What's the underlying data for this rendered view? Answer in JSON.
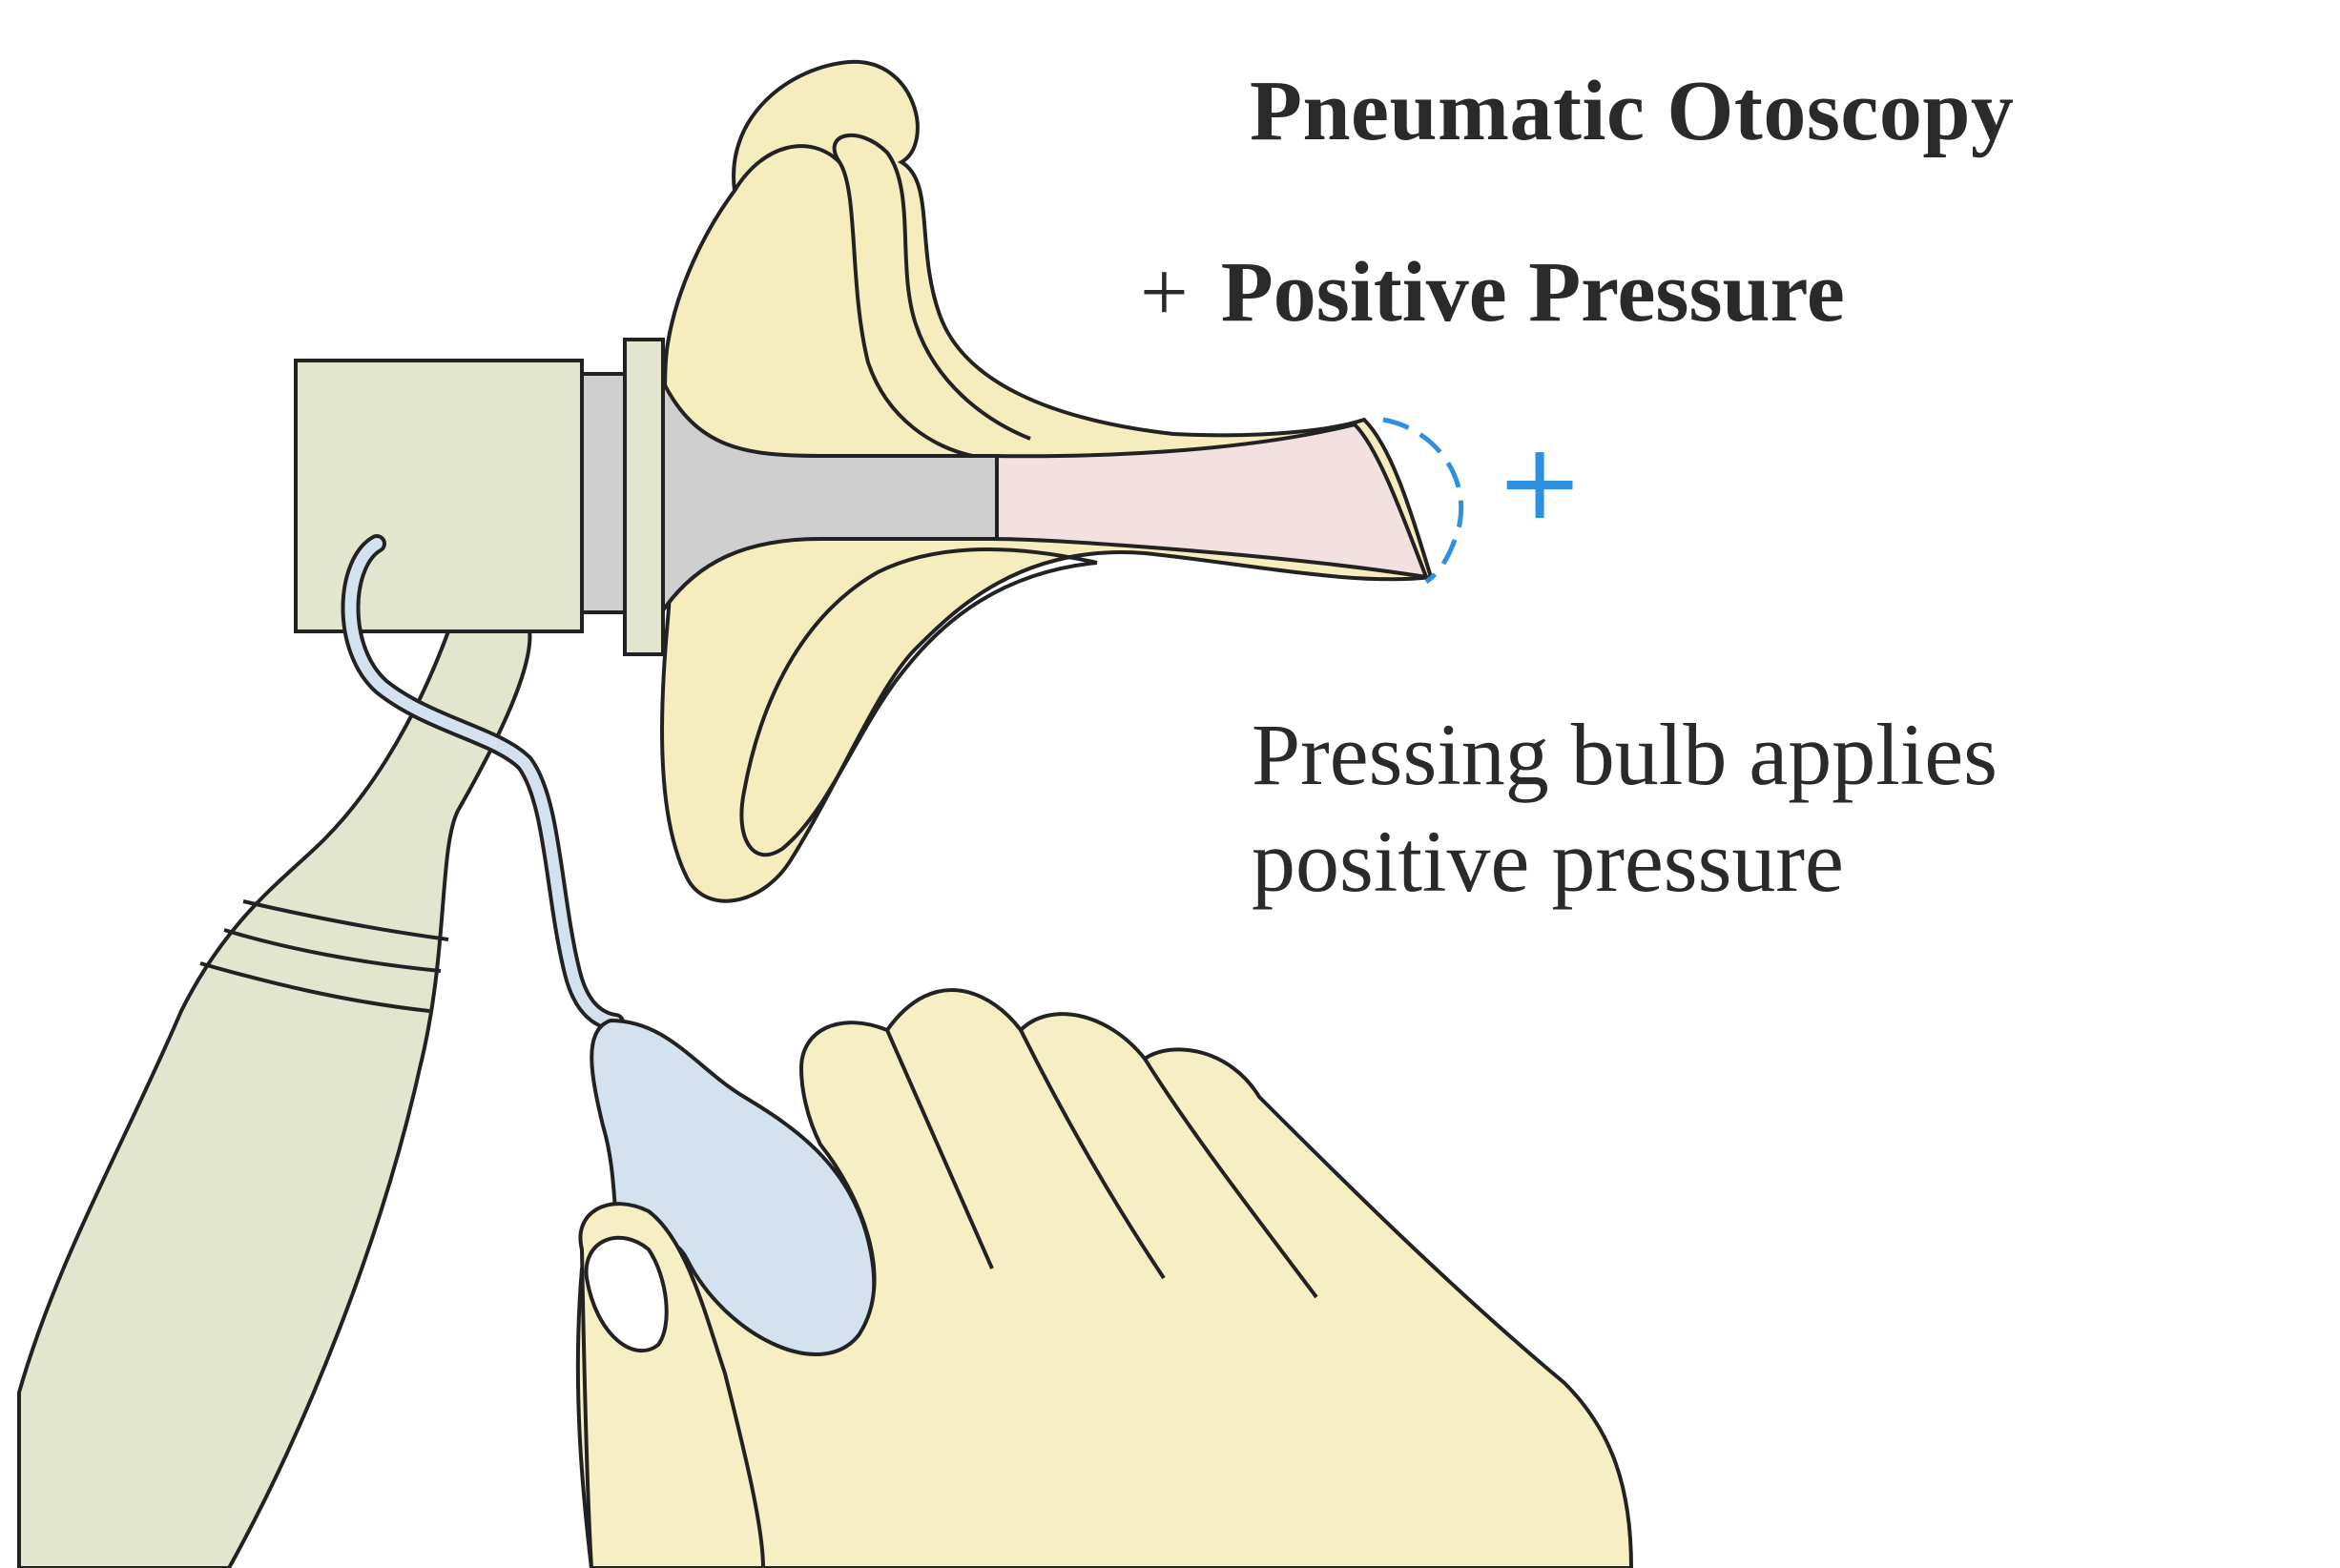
{
  "diagram": {
    "title": "Pneumatic Otoscopy",
    "subtitle": {
      "symbol": "+",
      "text": "Positive Pressure"
    },
    "caption_lines": [
      "Pressing bulb applies",
      "positive pressure"
    ],
    "tympanic_membrane_mark": "+"
  },
  "colors": {
    "ear_fill": "#f6edbf",
    "canal_fill": "#f3e1e1",
    "speculum_fill": "#cfcfcf",
    "otoscope_fill": "#e2e6cf",
    "hand_fill": "#f6efc4",
    "bulb_fill": "#d3e2ee",
    "pressure_blue": "#2f8fe0",
    "outline": "#222222"
  }
}
